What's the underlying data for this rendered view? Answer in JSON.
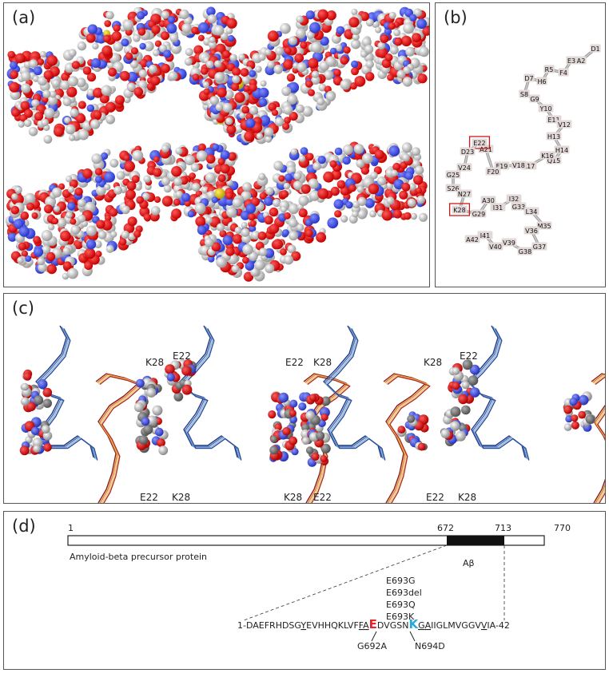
{
  "panels": {
    "a": {
      "label": "(a)"
    },
    "b": {
      "label": "(b)",
      "residues": [
        "D1",
        "A2",
        "E3",
        "F4",
        "R5",
        "H6",
        "D7",
        "S8",
        "G9",
        "Y10",
        "E11",
        "V12",
        "H13",
        "H14",
        "Q15",
        "K16",
        "L17",
        "V18",
        "F19",
        "F20",
        "A21",
        "E22",
        "D23",
        "V24",
        "G25",
        "S26",
        "N27",
        "K28",
        "G29",
        "A30",
        "I31",
        "I32",
        "G33",
        "L34",
        "M35",
        "V36",
        "G37",
        "G38",
        "V39",
        "V40",
        "I41",
        "A42"
      ],
      "boxed": [
        "E22",
        "K28"
      ]
    },
    "c": {
      "label": "(c)",
      "k28": "K28",
      "e22": "E22"
    },
    "d": {
      "label": "(d)",
      "protein_name": "Amyloid-beta precursor protein",
      "pos_start": "1",
      "pos_ab_start": "672",
      "pos_ab_end": "713",
      "pos_end": "770",
      "ab_label": "Aβ",
      "mutations_above": [
        "E693G",
        "E693del",
        "E693Q",
        "E693K"
      ],
      "seq_prefix": "1-DAEFRHDSG",
      "seq_y": "Y",
      "seq_mid1": "EVHHQKLVF",
      "seq_f": "F",
      "seq_a": "A",
      "seq_e": "E",
      "seq_dvgsn": "DVGSN",
      "seq_k": "K",
      "seq_g": "G",
      "seq_a2": "A",
      "seq_mid2": "IIGLMVGGV",
      "seq_v": "V",
      "seq_end": "IA-42",
      "mutation_below_left": "G692A",
      "mutation_below_right": "N694D",
      "colors": {
        "e_highlight": "#e8242a",
        "k_highlight": "#29a8e0"
      }
    }
  }
}
